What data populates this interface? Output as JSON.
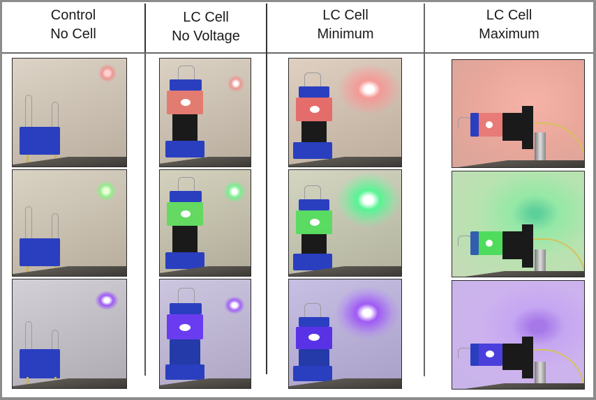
{
  "columns": [
    {
      "line1": "Control",
      "line2": "No Cell"
    },
    {
      "line1": "LC Cell",
      "line2": "No Voltage"
    },
    {
      "line1": "LC Cell",
      "line2": "Minimum"
    },
    {
      "line1": "LC Cell",
      "line2": "Maximum"
    }
  ],
  "rows": [
    {
      "laser": "red",
      "color": "#ff5a5a"
    },
    {
      "laser": "green",
      "color": "#3cff7a"
    },
    {
      "laser": "violet",
      "color": "#8a4dff"
    }
  ],
  "colors": {
    "border": "#8c8c8c",
    "divider": "#333333",
    "holder_blue": "#2a3fbf"
  }
}
